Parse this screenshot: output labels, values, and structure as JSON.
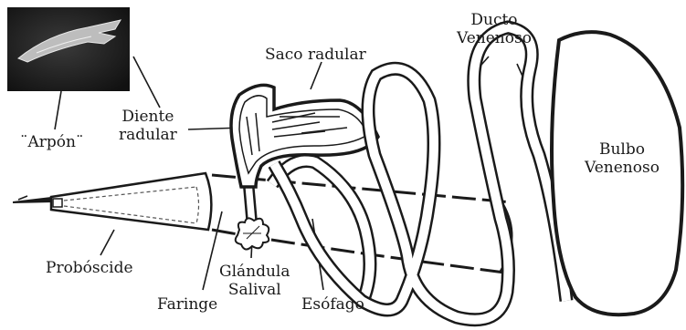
{
  "labels": {
    "arpon": "¨Arpón¨",
    "diente": [
      "Diente",
      "radular"
    ],
    "saco": "Saco radular",
    "ducto": [
      "Ducto",
      "Venenoso"
    ],
    "bulbo": [
      "Bulbo",
      "Venenoso"
    ],
    "proboscide": "Probóscide",
    "faringe": "Faringe",
    "glandula": [
      "Glándula",
      "Salival"
    ],
    "esofago": "Esófago"
  },
  "inset_photo": {
    "subject": "harpoon-tooth",
    "bg_color": "#1e1e1e"
  },
  "colors": {
    "outline": "#1a1a1a",
    "fill": "#ffffff"
  }
}
